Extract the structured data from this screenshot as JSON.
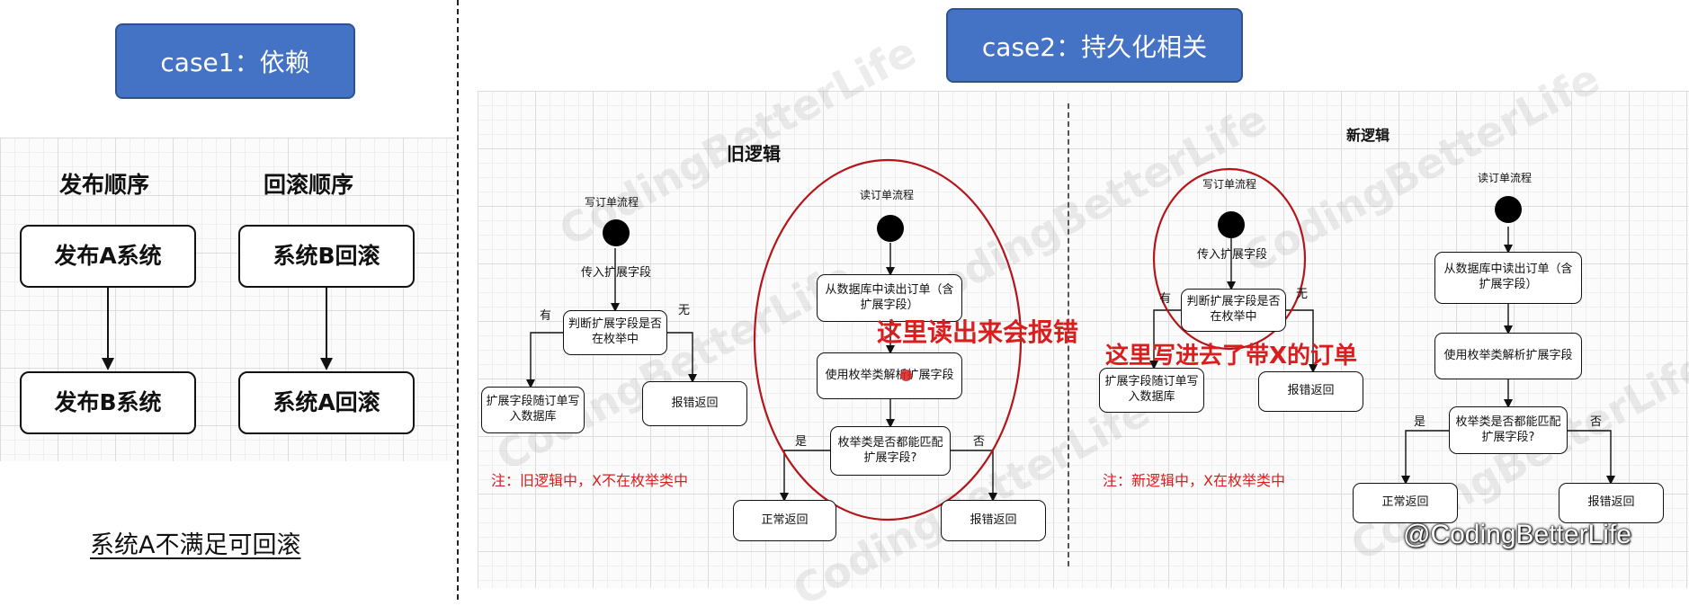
{
  "left": {
    "case_label": "case1：依赖",
    "release_heading": "发布顺序",
    "rollback_heading": "回滚顺序",
    "release_step1": "发布A系统",
    "release_step2": "发布B系统",
    "rollback_step1": "系统B回滚",
    "rollback_step2": "系统A回滚",
    "conclusion": "系统A不满足可回滚"
  },
  "right": {
    "case_label": "case2：持久化相关",
    "old": {
      "heading": "旧逻辑",
      "write_title": "写订单流程",
      "pass_field": "传入扩展字段",
      "check_enum": "判断扩展字段是否在枚举中",
      "yes": "有",
      "no": "无",
      "write_db": "扩展字段随订单写入数据库",
      "error_return": "报错返回",
      "read_title": "读订单流程",
      "read_db": "从数据库中读出订单（含扩展字段）",
      "parse_enum": "使用枚举类解析扩展字段",
      "match_question": "枚举类是否都能匹配扩展字段?",
      "match_yes": "是",
      "match_no": "否",
      "normal_return": "正常返回",
      "read_error": "报错返回",
      "annotation": "这里读出来会报错",
      "note": "注：旧逻辑中，X不在枚举类中"
    },
    "new": {
      "heading": "新逻辑",
      "write_title": "写订单流程",
      "pass_field": "传入扩展字段",
      "check_enum": "判断扩展字段是否在枚举中",
      "yes": "有",
      "no": "无",
      "write_db": "扩展字段随订单写入数据库",
      "error_return": "报错返回",
      "read_title": "读订单流程",
      "read_db": "从数据库中读出订单（含扩展字段）",
      "parse_enum": "使用枚举类解析扩展字段",
      "match_question": "枚举类是否都能匹配扩展字段?",
      "match_yes": "是",
      "match_no": "否",
      "normal_return": "正常返回",
      "read_error": "报错返回",
      "annotation": "这里写进去了带X的订单",
      "note": "注：新逻辑中，X在枚举类中"
    },
    "watermark": "CodingBetterLife",
    "credit": "@CodingBetterLife"
  },
  "colors": {
    "case_tag": "#4472c4",
    "annotation_red": "#d81e1e",
    "circle_red": "#b3151a"
  }
}
